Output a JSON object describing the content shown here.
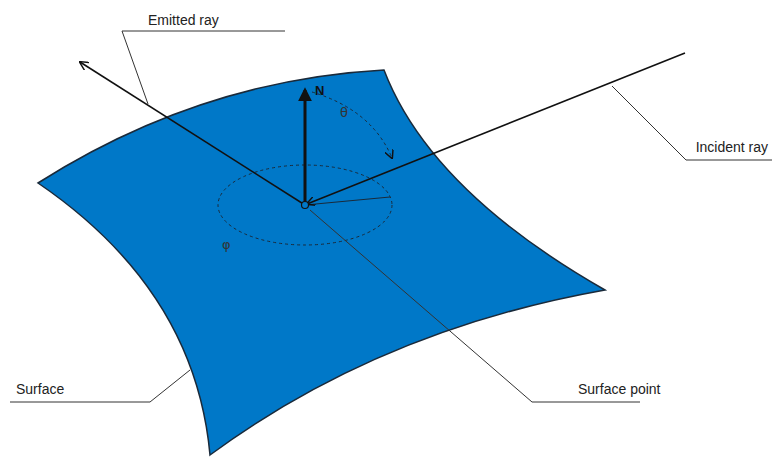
{
  "diagram": {
    "labels": [
      "Emitted ray",
      "N",
      "θ",
      "φ",
      "Incident ray",
      "Surface",
      "Surface point"
    ]
  }
}
